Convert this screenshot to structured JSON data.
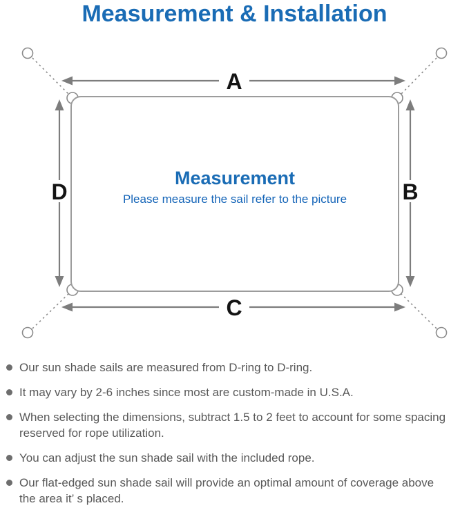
{
  "title": "Measurement & Installation",
  "colors": {
    "accent_blue": "#1a6cb5",
    "subtitle_blue": "#1565b8",
    "text_gray": "#585858",
    "line_gray": "#7d7d7d"
  },
  "diagram": {
    "labels": {
      "top": "A",
      "right": "B",
      "bottom": "C",
      "left": "D"
    },
    "center_heading": "Measurement",
    "center_subtitle": "Please measure the sail refer to the picture",
    "icons": {
      "anchor_point": "circle",
      "corner_d_ring": "circle",
      "tension_rope": "dashed-line"
    }
  },
  "bullets": [
    "Our sun shade sails are measured from D-ring to D-ring.",
    "It may vary by 2-6 inches since most are custom-made in U.S.A.",
    "When selecting the dimensions, subtract 1.5 to 2 feet to account for some spacing reserved for rope utilization.",
    "You can adjust the sun shade sail with the included rope.",
    "Our flat-edged sun shade sail will provide an optimal amount of coverage above the area it’ s placed."
  ]
}
